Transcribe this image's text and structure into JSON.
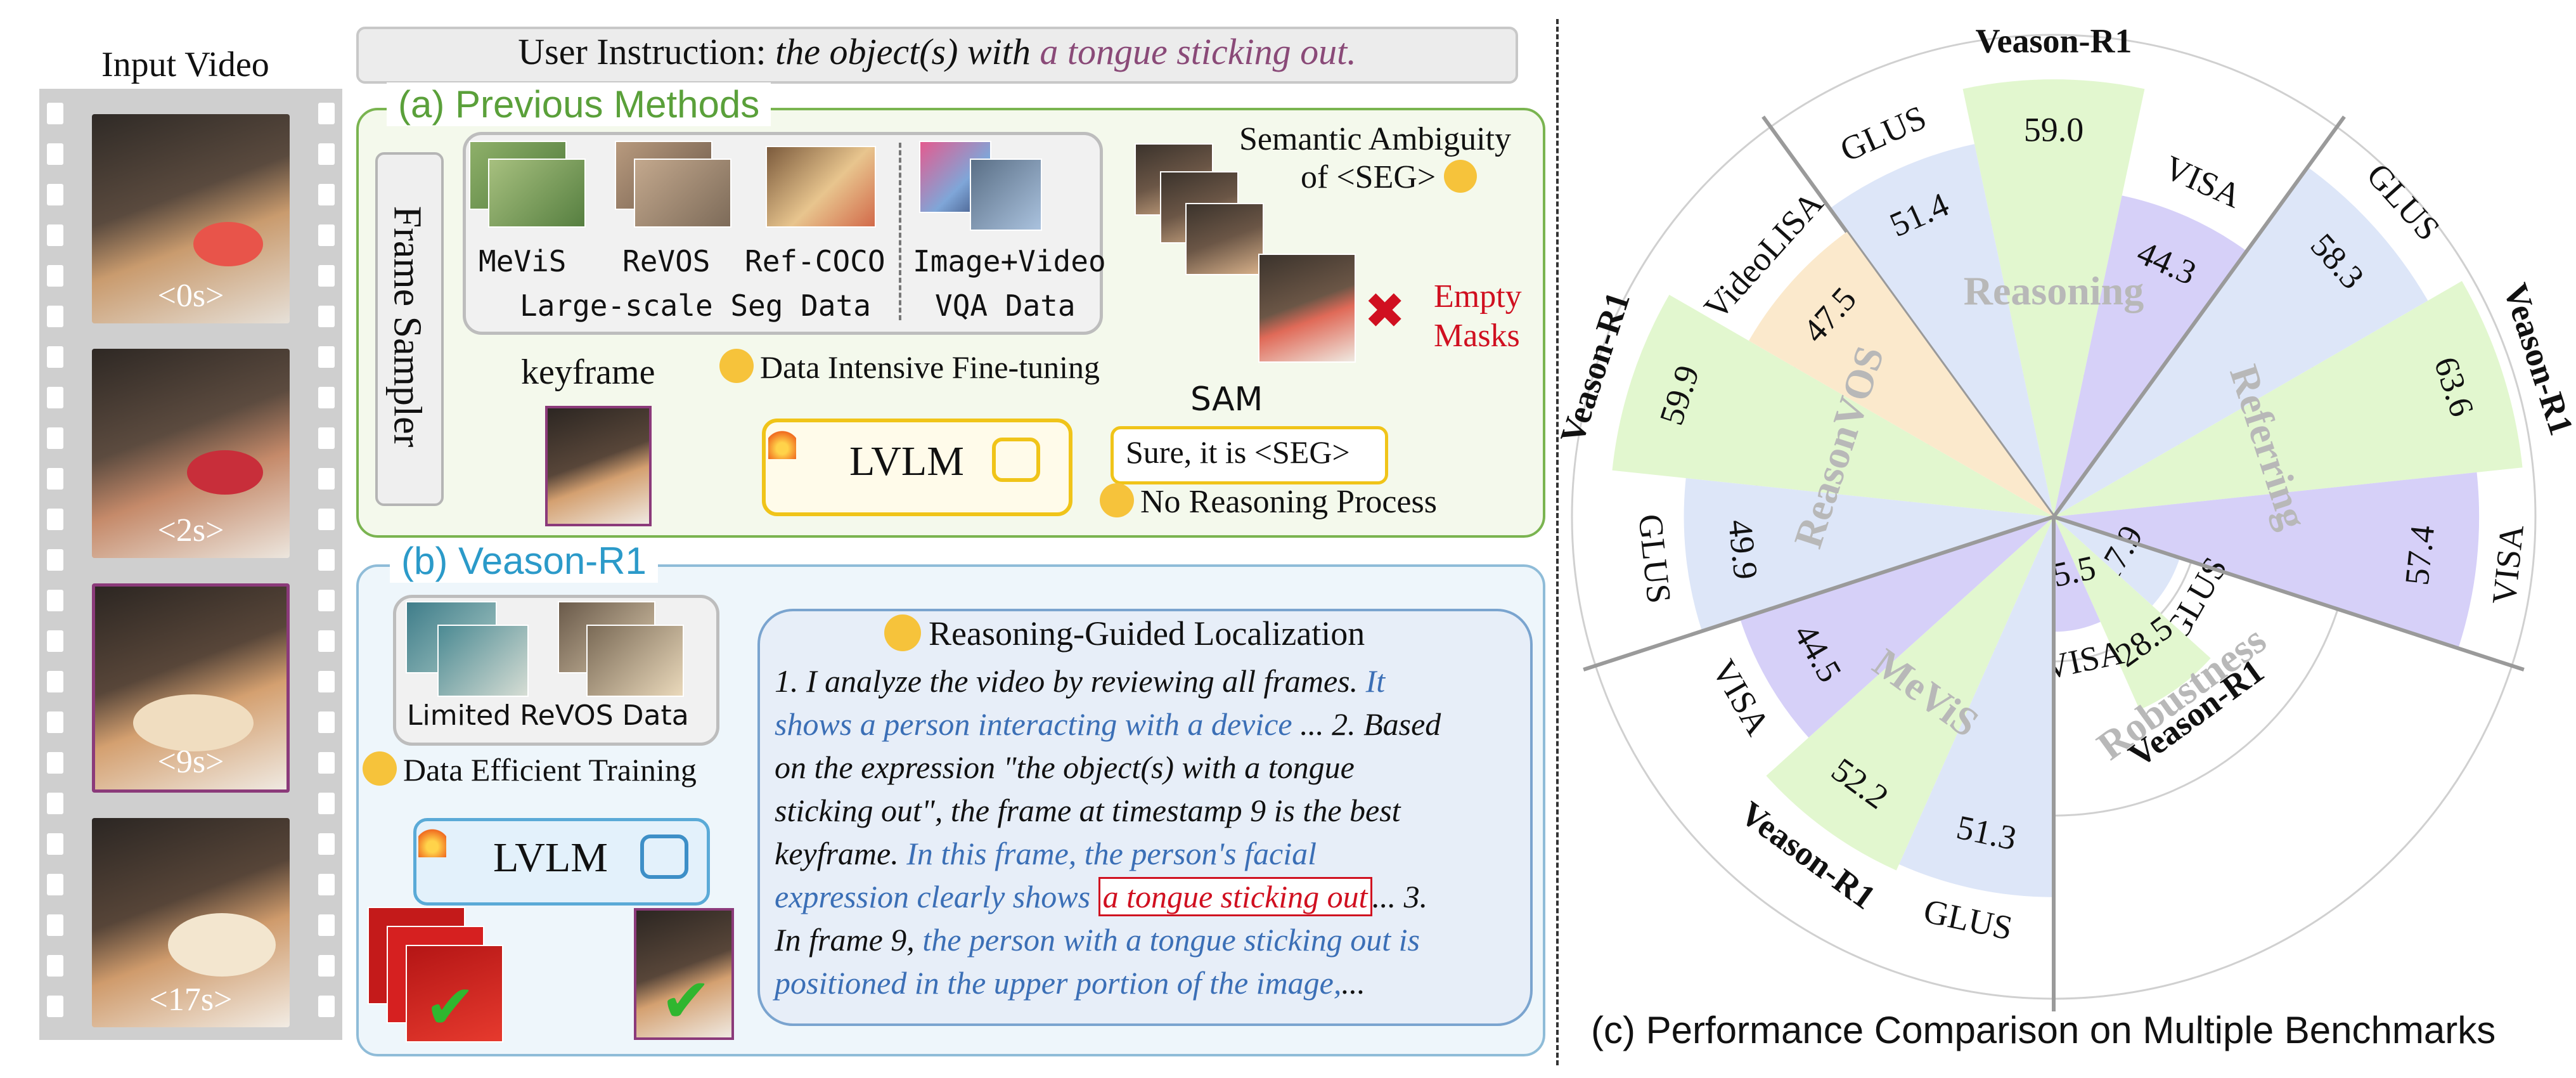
{
  "video": {
    "title": "Input Video",
    "frames": [
      {
        "label": "<0s>"
      },
      {
        "label": "<2s>"
      },
      {
        "label": "<9s>"
      },
      {
        "label": "<17s>"
      }
    ]
  },
  "instruction": {
    "prefix": "User Instruction:",
    "italic": "the object(s) with",
    "highlight": "a tongue sticking out."
  },
  "panel_a": {
    "title": "(a) Previous Methods",
    "frame_sampler": "Frame Sampler",
    "datasets": [
      "MeViS",
      "ReVOS",
      "Ref-COCO",
      "Image+Video"
    ],
    "seg_data_label": "Large-scale Seg Data",
    "vqa_data_label": "VQA Data",
    "keyframe_label": "keyframe",
    "finetune_label": "Data Intensive Fine-tuning",
    "lvlm_label": "LVLM",
    "sam_label": "SAM",
    "answer": "Sure, it is <SEG>",
    "no_reasoning": "No Reasoning Process",
    "ambiguity_line1": "Semantic Ambiguity",
    "ambiguity_line2": "of <SEG>",
    "empty_line1": "Empty",
    "empty_line2": "Masks"
  },
  "panel_b": {
    "title": "(b) Veason-R1",
    "data_label": "Limited ReVOS Data",
    "training_label": "Data Efficient Training",
    "lvlm_label": "LVLM",
    "bubble_title": "Reasoning-Guided Localization",
    "reasoning": [
      [
        {
          "t": "1. I analyze the video by reviewing all frames. ",
          "c": "k"
        },
        {
          "t": "It",
          "c": "b"
        }
      ],
      [
        {
          "t": "shows a person interacting with a device",
          "c": "b"
        },
        {
          "t": " ... 2. Based",
          "c": "k"
        }
      ],
      [
        {
          "t": "on the expression \"the object(s) with a tongue",
          "c": "k"
        }
      ],
      [
        {
          "t": "sticking out\", the frame at timestamp 9 is the best",
          "c": "k"
        }
      ],
      [
        {
          "t": "keyframe. ",
          "c": "k"
        },
        {
          "t": "In this frame, the person's facial",
          "c": "b"
        }
      ],
      [
        {
          "t": "expression clearly shows ",
          "c": "b"
        },
        {
          "t": "a tongue sticking out",
          "c": "r"
        },
        {
          "t": "... 3.",
          "c": "k"
        }
      ],
      [
        {
          "t": "In frame 9, ",
          "c": "k"
        },
        {
          "t": "the person with a tongue sticking out is",
          "c": "b"
        }
      ],
      [
        {
          "t": "positioned in the upper portion of the image,",
          "c": "b"
        },
        {
          "t": "...",
          "c": "k"
        }
      ]
    ]
  },
  "panel_c": {
    "caption": "(c) Performance Comparison on Multiple Benchmarks"
  },
  "chart_data": {
    "type": "radial-bar",
    "groups": [
      {
        "name": "Reasoning",
        "bars": [
          {
            "label": "GLUS",
            "value": 51.4
          },
          {
            "label": "Veason-R1",
            "value": 59.0
          },
          {
            "label": "VISA",
            "value": 44.3
          }
        ]
      },
      {
        "name": "Referring",
        "bars": [
          {
            "label": "GLUS",
            "value": 58.3
          },
          {
            "label": "Veason-R1",
            "value": 63.6
          },
          {
            "label": "VISA",
            "value": 57.4
          }
        ]
      },
      {
        "name": "Robustness",
        "bars": [
          {
            "label": "GLUS",
            "value": 17.9
          },
          {
            "label": "Veason-R1",
            "value": 28.5
          },
          {
            "label": "VISA",
            "value": 15.5
          }
        ]
      },
      {
        "name": "MeViS",
        "bars": [
          {
            "label": "GLUS",
            "value": 51.3
          },
          {
            "label": "Veason-R1",
            "value": 52.2
          },
          {
            "label": "VISA",
            "value": 44.5
          }
        ]
      },
      {
        "name": "ReasonVOS",
        "bars": [
          {
            "label": "GLUS",
            "value": 49.9
          },
          {
            "label": "Veason-R1",
            "value": 59.9
          },
          {
            "label": "VideoLISA",
            "value": 47.5
          }
        ]
      }
    ],
    "colors": {
      "Veason-R1": "#e2f7cf",
      "GLUS": "#dde6f8",
      "VISA": "#d6d0f8",
      "VideoLISA": "#fbe9cc"
    }
  }
}
